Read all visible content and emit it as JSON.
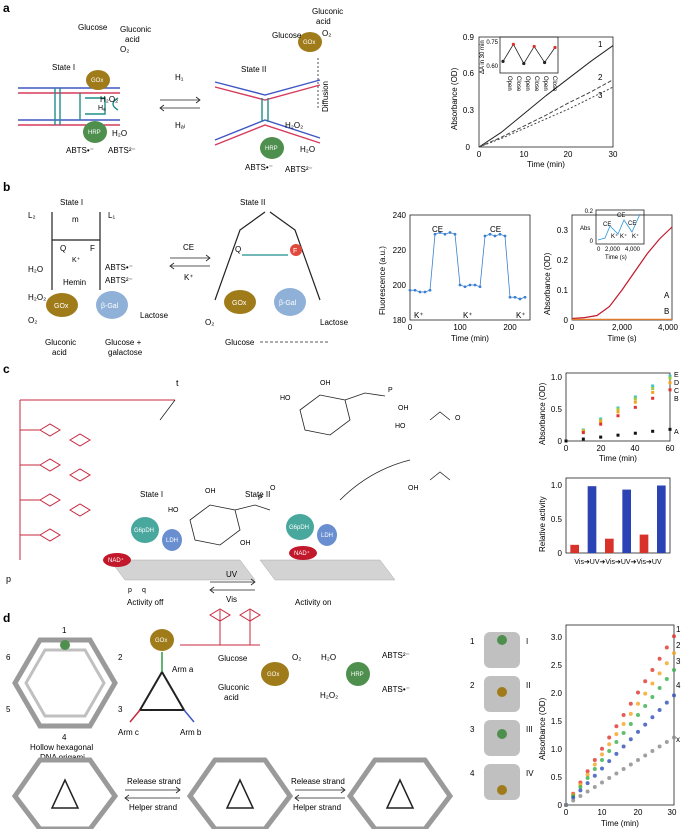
{
  "panels": {
    "a": {
      "label": "a",
      "schematic": {
        "state1": "State I",
        "state2": "State II",
        "glucose": "Glucose",
        "gluconic1": "Gluconic",
        "gluconic2": "acid",
        "o2": "O₂",
        "h2o2": "H₂O₂",
        "h2o": "H₂O",
        "abts_ox": "ABTS•⁻",
        "abts_red": "ABTS²⁻",
        "gox": "GOx",
        "hrp": "HRP",
        "ha": "Hₐ",
        "h1": "H₁",
        "hal": "Hₐₗ",
        "diffusion": "Diffusion"
      },
      "chart": {
        "ylabel": "Absorbance (OD)",
        "xlabel": "Time (min)",
        "xticks": [
          "0",
          "10",
          "20",
          "30"
        ],
        "yticks": [
          "0",
          "0.3",
          "0.6",
          "0.9"
        ],
        "curve_labels": [
          "1",
          "2",
          "3"
        ],
        "inset_ylabel": "ΔA in 30 min",
        "inset_yticks": [
          "0.60",
          "0.75"
        ],
        "inset_xticks": [
          "Open",
          "Close",
          "Open",
          "Close",
          "Open",
          "Close"
        ]
      }
    },
    "b": {
      "label": "b",
      "schematic": {
        "state1": "State I",
        "state2": "State II",
        "l2": "L₂",
        "l1": "L₁",
        "m": "m",
        "q": "Q",
        "f": "F",
        "kplus": "K⁺",
        "ce": "CE",
        "hemin": "Hemin",
        "h2o": "H₂O",
        "h2o2": "H₂O₂",
        "o2": "O₂",
        "abts_ox": "ABTS•⁻",
        "abts_red": "ABTS²⁻",
        "gox": "GOx",
        "bgal": "β-Gal",
        "lactose": "Lactose",
        "gluconic1": "Gluconic",
        "gluconic2": "acid",
        "glucose_gal1": "Glucose +",
        "glucose_gal2": "galactose",
        "glucose": "Glucose"
      },
      "fluor_chart": {
        "ylabel": "Fluorescence (a.u.)",
        "xlabel": "Time (min)",
        "xticks": [
          "0",
          "100",
          "200"
        ],
        "yticks": [
          "180",
          "200",
          "220",
          "240"
        ],
        "annotations": [
          "CE",
          "CE",
          "K⁺",
          "K⁺",
          "K⁺"
        ]
      },
      "abs_chart": {
        "ylabel": "Absorbance (OD)",
        "xlabel": "Time (s)",
        "xticks": [
          "0",
          "2,000",
          "4,000"
        ],
        "yticks": [
          "0",
          "0.1",
          "0.2",
          "0.3"
        ],
        "curve_labels": [
          "A",
          "B"
        ],
        "inset_ylabel": "Abs",
        "inset_yticks": [
          "0",
          "0.2"
        ],
        "inset_xticks": [
          "0",
          "2,000",
          "4,000"
        ],
        "inset_xlabel": "Time (s)",
        "inset_annotations": [
          "CE",
          "CE",
          "CE",
          "K⁺",
          "K⁺",
          "K⁺"
        ]
      }
    },
    "c": {
      "label": "c",
      "schematic": {
        "state1": "State I",
        "state2": "State II",
        "t": "t",
        "p": "p",
        "q": "q",
        "nad": "NAD⁺",
        "g6pdh": "G6pDH",
        "ldh": "LDH",
        "uv": "UV",
        "vis": "Vis",
        "activity_off": "Activity off",
        "activity_on": "Activity on",
        "oh": "OH",
        "ho": "HO",
        "o": "O",
        "p_atom": "P"
      },
      "abs_chart": {
        "ylabel": "Absorbance (OD)",
        "xlabel": "Time (min)",
        "xticks": [
          "0",
          "20",
          "40",
          "60"
        ],
        "yticks": [
          "0",
          "0.5",
          "1.0"
        ],
        "curve_labels": [
          "E",
          "D",
          "C",
          "B",
          "A"
        ]
      },
      "bar_chart": {
        "ylabel": "Relative activity",
        "yticks": [
          "0",
          "0.5",
          "1.0"
        ],
        "xlabel": "Vis➔UV➔Vis➔UV➔Vis➔UV"
      }
    },
    "d": {
      "label": "d",
      "schematic": {
        "numbers": [
          "1",
          "2",
          "3",
          "4",
          "5",
          "6"
        ],
        "origami1": "Hollow hexagonal",
        "origami2": "DNA origami",
        "arm_a": "Arm a",
        "arm_b": "Arm b",
        "arm_c": "Arm c",
        "gox": "GOx",
        "hrp": "HRP",
        "glucose": "Glucose",
        "gluconic1": "Gluconic",
        "gluconic2": "acid",
        "o2": "O₂",
        "h2o": "H₂O",
        "h2o2": "H₂O₂",
        "abts_red": "ABTS²⁻",
        "abts_ox": "ABTS•⁻",
        "release1": "Release strand",
        "helper1": "Helper strand",
        "release2": "Release strand",
        "helper2": "Helper strand",
        "states": [
          "1",
          "2",
          "3",
          "4"
        ],
        "roman": [
          "I",
          "II",
          "III",
          "IV"
        ]
      },
      "chart": {
        "ylabel": "Absorbance (OD)",
        "xlabel": "Time (min)",
        "xticks": [
          "0",
          "10",
          "20",
          "30"
        ],
        "yticks": [
          "0",
          "0.5",
          "1.0",
          "1.5",
          "2.0",
          "2.5",
          "3.0"
        ],
        "curve_labels": [
          "1",
          "2",
          "3",
          "4",
          "x"
        ]
      }
    }
  },
  "chart_data": [
    {
      "type": "line",
      "x": [
        0,
        5,
        10,
        15,
        20,
        25,
        30
      ],
      "series": [
        {
          "name": "1",
          "values": [
            0,
            0.12,
            0.27,
            0.42,
            0.56,
            0.7,
            0.83
          ]
        },
        {
          "name": "2",
          "values": [
            0,
            0.08,
            0.17,
            0.26,
            0.36,
            0.45,
            0.55
          ]
        },
        {
          "name": "3",
          "values": [
            0,
            0.07,
            0.15,
            0.23,
            0.31,
            0.4,
            0.49
          ]
        }
      ],
      "xlabel": "Time (min)",
      "ylabel": "Absorbance (OD)",
      "xlim": [
        0,
        30
      ],
      "ylim": [
        0,
        0.9
      ]
    },
    {
      "type": "line",
      "x": [
        0,
        1,
        2,
        3,
        4,
        5
      ],
      "series": [
        {
          "values": [
            0.64,
            0.8,
            0.62,
            0.78,
            0.63,
            0.77
          ]
        }
      ],
      "ylabel": "ΔA in 30 min",
      "ylim": [
        0.55,
        0.85
      ]
    },
    {
      "type": "scatter",
      "x": [
        0,
        10,
        20,
        30,
        40,
        50,
        60,
        70,
        80,
        90,
        100,
        110,
        120,
        130,
        140,
        150,
        160,
        170,
        180,
        190,
        200,
        210,
        220,
        230
      ],
      "values": [
        197,
        197,
        196,
        196,
        197,
        229,
        230,
        229,
        230,
        229,
        200,
        199,
        200,
        200,
        199,
        228,
        229,
        228,
        229,
        228,
        193,
        193,
        192,
        193
      ],
      "xlabel": "Time (min)",
      "ylabel": "Fluorescence (a.u.)",
      "xlim": [
        0,
        240
      ],
      "ylim": [
        180,
        240
      ]
    },
    {
      "type": "line",
      "x": [
        0,
        500,
        1000,
        1500,
        2000,
        2500,
        3000,
        3500,
        4000
      ],
      "series": [
        {
          "name": "A",
          "values": [
            0.005,
            0.008,
            0.015,
            0.045,
            0.1,
            0.16,
            0.22,
            0.27,
            0.31
          ]
        },
        {
          "name": "B",
          "values": [
            0.002,
            0.002,
            0.002,
            0.002,
            0.002,
            0.002,
            0.002,
            0.002,
            0.002
          ]
        }
      ],
      "xlabel": "Time (s)",
      "ylabel": "Absorbance (OD)",
      "xlim": [
        0,
        4000
      ],
      "ylim": [
        0,
        0.35
      ]
    },
    {
      "type": "line",
      "x": [
        0,
        10,
        20,
        30,
        40,
        50,
        60
      ],
      "series": [
        {
          "name": "E",
          "values": [
            0,
            0.17,
            0.34,
            0.51,
            0.68,
            0.85,
            1.0
          ]
        },
        {
          "name": "D",
          "values": [
            0,
            0.16,
            0.32,
            0.49,
            0.65,
            0.81,
            0.97
          ]
        },
        {
          "name": "C",
          "values": [
            0,
            0.15,
            0.3,
            0.45,
            0.6,
            0.75,
            0.9
          ]
        },
        {
          "name": "B",
          "values": [
            0,
            0.13,
            0.26,
            0.39,
            0.52,
            0.66,
            0.79
          ]
        },
        {
          "name": "A",
          "values": [
            0,
            0.03,
            0.06,
            0.09,
            0.12,
            0.15,
            0.18
          ]
        }
      ],
      "xlabel": "Time (min)",
      "ylabel": "Absorbance (OD)",
      "xlim": [
        0,
        60
      ],
      "ylim": [
        0,
        1.05
      ]
    },
    {
      "type": "bar",
      "categories": [
        "Vis",
        "UV",
        "Vis",
        "UV",
        "Vis",
        "UV"
      ],
      "values": [
        0.12,
        0.98,
        0.21,
        0.93,
        0.27,
        0.99
      ],
      "colors": [
        "#d9322b",
        "#2b43b5",
        "#d9322b",
        "#2b43b5",
        "#d9322b",
        "#2b43b5"
      ],
      "ylabel": "Relative activity",
      "ylim": [
        0,
        1.1
      ]
    },
    {
      "type": "scatter",
      "x": [
        0,
        2,
        4,
        6,
        8,
        10,
        12,
        14,
        16,
        18,
        20,
        22,
        24,
        26,
        28,
        30
      ],
      "series": [
        {
          "name": "1",
          "values": [
            0,
            0.2,
            0.4,
            0.6,
            0.8,
            1.0,
            1.2,
            1.4,
            1.6,
            1.8,
            2.0,
            2.2,
            2.4,
            2.6,
            2.8,
            3.0
          ]
        },
        {
          "name": "2",
          "values": [
            0,
            0.18,
            0.36,
            0.54,
            0.72,
            0.9,
            1.08,
            1.26,
            1.44,
            1.62,
            1.8,
            1.98,
            2.16,
            2.34,
            2.52,
            2.7
          ]
        },
        {
          "name": "3",
          "values": [
            0,
            0.16,
            0.32,
            0.48,
            0.64,
            0.8,
            0.96,
            1.12,
            1.28,
            1.44,
            1.6,
            1.76,
            1.92,
            2.08,
            2.24,
            2.4
          ]
        },
        {
          "name": "4",
          "values": [
            0,
            0.13,
            0.26,
            0.39,
            0.52,
            0.65,
            0.78,
            0.91,
            1.04,
            1.17,
            1.3,
            1.43,
            1.56,
            1.69,
            1.82,
            1.95
          ]
        },
        {
          "name": "x",
          "values": [
            0,
            0.08,
            0.16,
            0.24,
            0.32,
            0.4,
            0.48,
            0.56,
            0.64,
            0.72,
            0.8,
            0.88,
            0.96,
            1.04,
            1.12,
            1.2
          ]
        }
      ],
      "colors": [
        "#e0322b",
        "#f5a21f",
        "#36b04a",
        "#2f4fb6",
        "#888888"
      ],
      "xlabel": "Time (min)",
      "ylabel": "Absorbance (OD)",
      "xlim": [
        0,
        30
      ],
      "ylim": [
        0,
        3.2
      ]
    }
  ]
}
